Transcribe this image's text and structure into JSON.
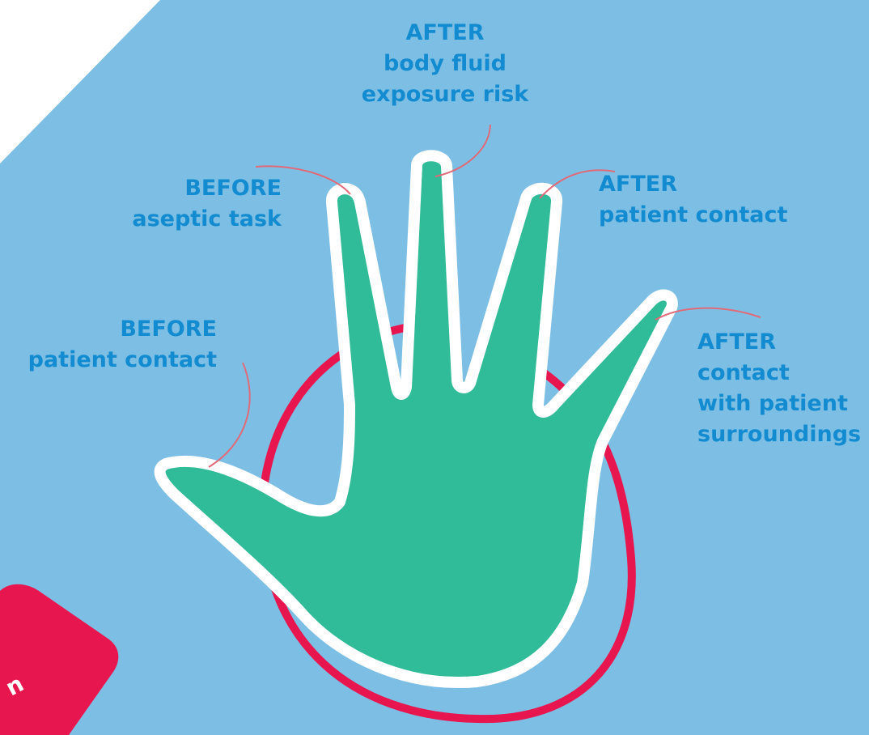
{
  "colors": {
    "background": "#7dbfe4",
    "panel": "#ffffff",
    "hand": "#31bc99",
    "hand_outline": "#ffffff",
    "ring": "#e8164f",
    "leader_lines": "#e06a78",
    "label_text": "#128bd0",
    "badge": "#e8164f"
  },
  "moments": [
    {
      "id": "top",
      "lines": [
        "AFTER",
        "body fluid",
        "exposure risk"
      ]
    },
    {
      "id": "aseptic",
      "lines": [
        "BEFORE",
        "aseptic task"
      ]
    },
    {
      "id": "before-contact",
      "lines": [
        "BEFORE",
        "patient contact"
      ]
    },
    {
      "id": "after-contact",
      "lines": [
        "AFTER",
        "patient contact"
      ]
    },
    {
      "id": "surroundings",
      "lines": [
        "AFTER",
        "contact",
        "with patient",
        "surroundings"
      ]
    }
  ],
  "badge": {
    "text": "n"
  },
  "icons": {
    "hand": "hand-icon",
    "ring": "ring-icon"
  }
}
